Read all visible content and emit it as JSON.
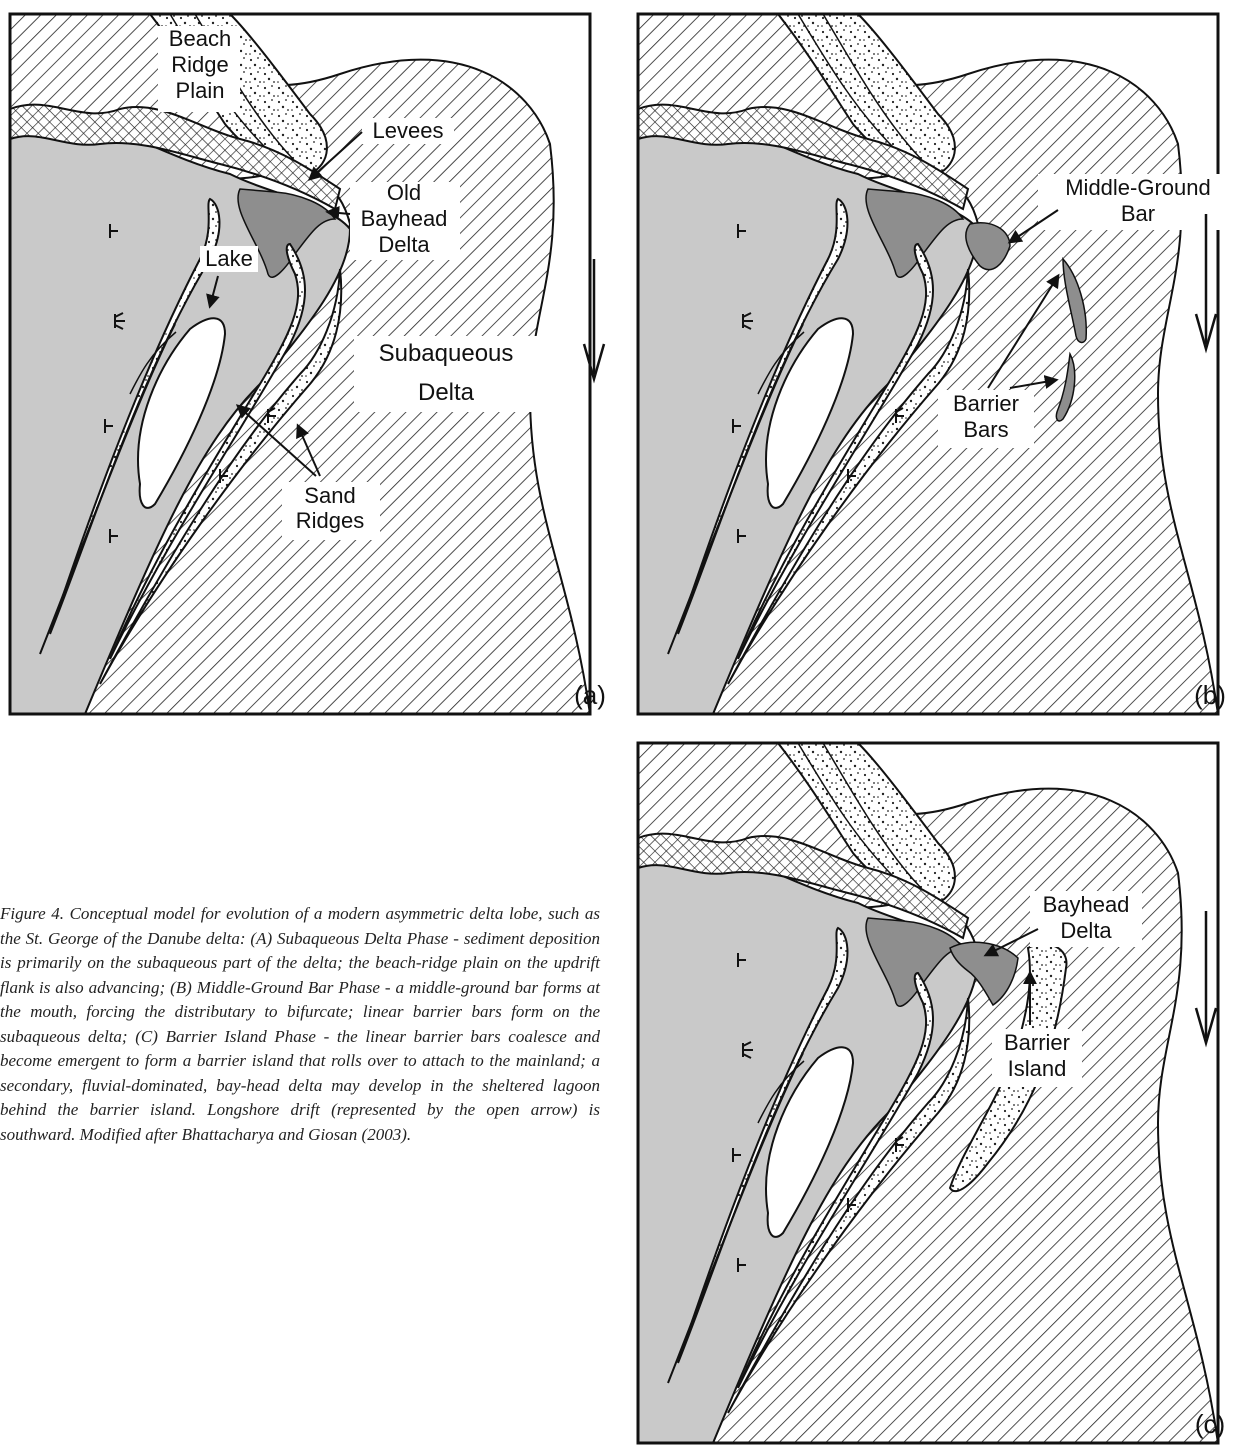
{
  "colors": {
    "land": "#c9c9c9",
    "lake": "#ffffff",
    "bayhead": "#8e8e8e",
    "line": "#111111"
  },
  "panels": {
    "a": {
      "tag": "(a)",
      "labels": {
        "beach_ridge_plain": [
          "Beach",
          "Ridge",
          "Plain"
        ],
        "levees": "Levees",
        "old_bayhead_delta": [
          "Old",
          "Bayhead",
          "Delta"
        ],
        "lake": "Lake",
        "subaqueous": "Subaqueous",
        "delta": "Delta",
        "sand_ridges": [
          "Sand",
          "Ridges"
        ]
      }
    },
    "b": {
      "tag": "(b)",
      "labels": {
        "middle_ground_bar": [
          "Middle-Ground",
          "Bar"
        ],
        "barrier_bars": [
          "Barrier",
          "Bars"
        ]
      }
    },
    "c": {
      "tag": "(c)",
      "labels": {
        "bayhead_delta": [
          "Bayhead",
          "Delta"
        ],
        "barrier_island": [
          "Barrier",
          "Island"
        ]
      }
    }
  },
  "caption": "Figure 4.  Conceptual model for evolution of a modern asymmetric delta lobe, such as the St. George of the Danube delta: (A) Subaqueous Delta Phase - sediment deposition is primarily on the subaqueous part of the delta; the beach-ridge plain on the updrift flank is also advancing; (B) Middle-Ground Bar Phase - a middle-ground bar forms at the mouth, forcing the distributary to bifurcate; linear barrier bars form on the subaqueous delta; (C) Barrier Island Phase - the linear barrier bars coalesce and become emergent to form a barrier island that rolls over to attach to the mainland; a secondary, fluvial-dominated, bay-head delta may develop in the sheltered lagoon behind the barrier island.  Longshore drift (represented by the open arrow) is southward.   Modified after Bhattacharya and Giosan (2003)."
}
